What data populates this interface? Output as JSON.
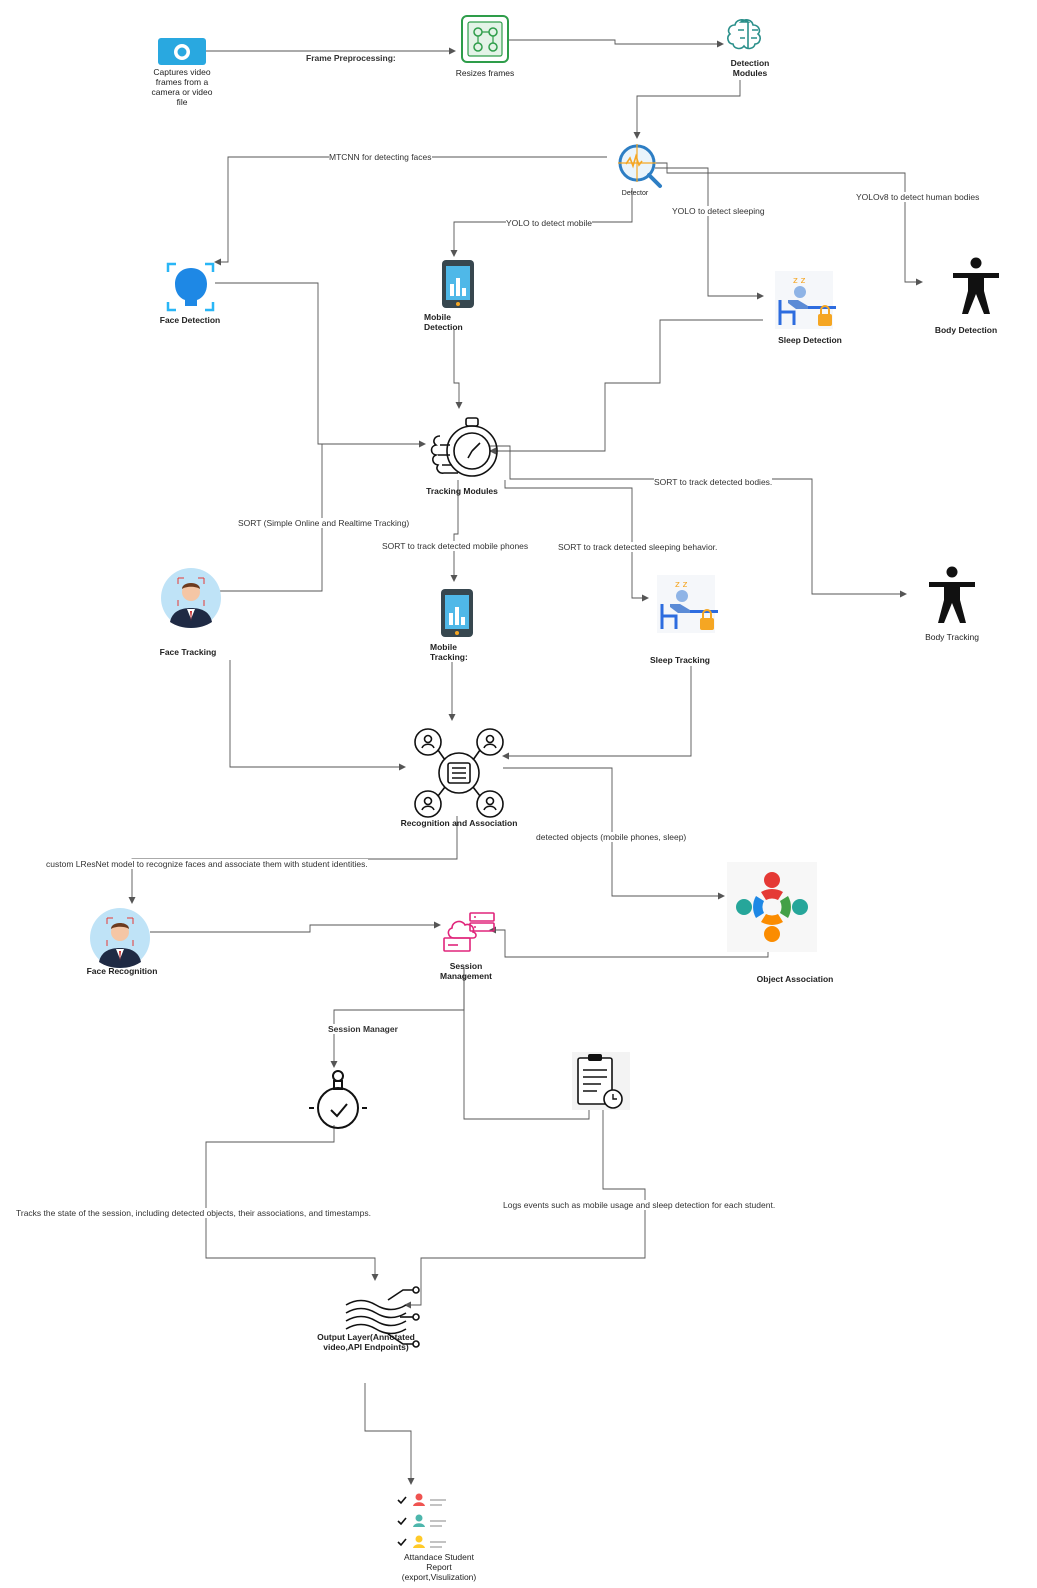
{
  "nodes": {
    "camera": {
      "label": "Captures video frames from a camera or video file"
    },
    "resize": {
      "label": "Resizes frames"
    },
    "detection_modules": {
      "label": "Detection Modules"
    },
    "detector": {
      "label": "Detector"
    },
    "face_detection": {
      "label": "Face Detection"
    },
    "mobile_detection": {
      "label": "Mobile Detection"
    },
    "sleep_detection": {
      "label": "Sleep Detection"
    },
    "body_detection": {
      "label": "Body Detection"
    },
    "tracking_modules": {
      "label": "Tracking Modules"
    },
    "face_tracking": {
      "label": "Face Tracking"
    },
    "mobile_tracking": {
      "label": "Mobile Tracking:"
    },
    "sleep_tracking": {
      "label": "Sleep Tracking"
    },
    "body_tracking": {
      "label": "Body Tracking"
    },
    "recognition": {
      "label": "Recognition and Association"
    },
    "face_recognition": {
      "label": "Face Recognition"
    },
    "session_management": {
      "label": "Session Management"
    },
    "object_association": {
      "label": "Object Association"
    },
    "session_manager_icon": {
      "label": ""
    },
    "logs_icon": {
      "label": ""
    },
    "output_layer": {
      "label": "Output Layer(Annotated video,API Endpoints)"
    },
    "report": {
      "label": "Attandace Student Report (export,Visulization)"
    }
  },
  "edges": {
    "frame_preprocessing": "Frame Preprocessing:",
    "mtcnn": "MTCNN for detecting faces",
    "yolo_mobile": "YOLO to detect mobile",
    "yolo_sleep": "YOLO to detect sleeping",
    "yolov8_bodies": "YOLOv8 to detect human bodies",
    "sort_full": "SORT (Simple Online and Realtime Tracking)",
    "sort_mobile": "SORT to track detected mobile phones",
    "sort_sleep": "SORT to track detected sleeping behavior.",
    "sort_bodies": "SORT to track detected bodies.",
    "lresnet": "custom LResNet model to recognize faces and associate them with student identities.",
    "detected_objects": "detected objects (mobile phones, sleep)",
    "session_manager": "Session Manager",
    "tracks_state": "Tracks the state of the session, including detected objects, their associations, and timestamps.",
    "logs_events": "Logs events such as mobile usage and sleep detection for each student."
  },
  "icons": {
    "camera": "camera-icon",
    "resize": "resize-chip-icon",
    "detection_modules": "brain-icon",
    "detector": "magnifier-icon",
    "face_detection": "face-scan-icon",
    "mobile": "smartphone-icon",
    "sleep": "sleeping-person-icon",
    "body": "human-body-icon",
    "tracking": "stopwatch-icon",
    "face_person": "person-avatar-icon",
    "recognition": "network-people-icon",
    "session": "cloud-servers-icon",
    "object_association": "people-circle-icon",
    "session_manager": "timer-bulb-icon",
    "logs": "clipboard-clock-icon",
    "output": "data-flow-icon",
    "report": "checklist-icon"
  },
  "colors": {
    "line": "#555555",
    "camera": "#29a8e0",
    "resize_green": "#2e9d4a",
    "brain_teal": "#2a8f8a",
    "face_blue": "#1e88e5",
    "session_pink": "#e0257b",
    "avatar_bg": "#bfe3f7",
    "lock_orange": "#f5a623"
  }
}
